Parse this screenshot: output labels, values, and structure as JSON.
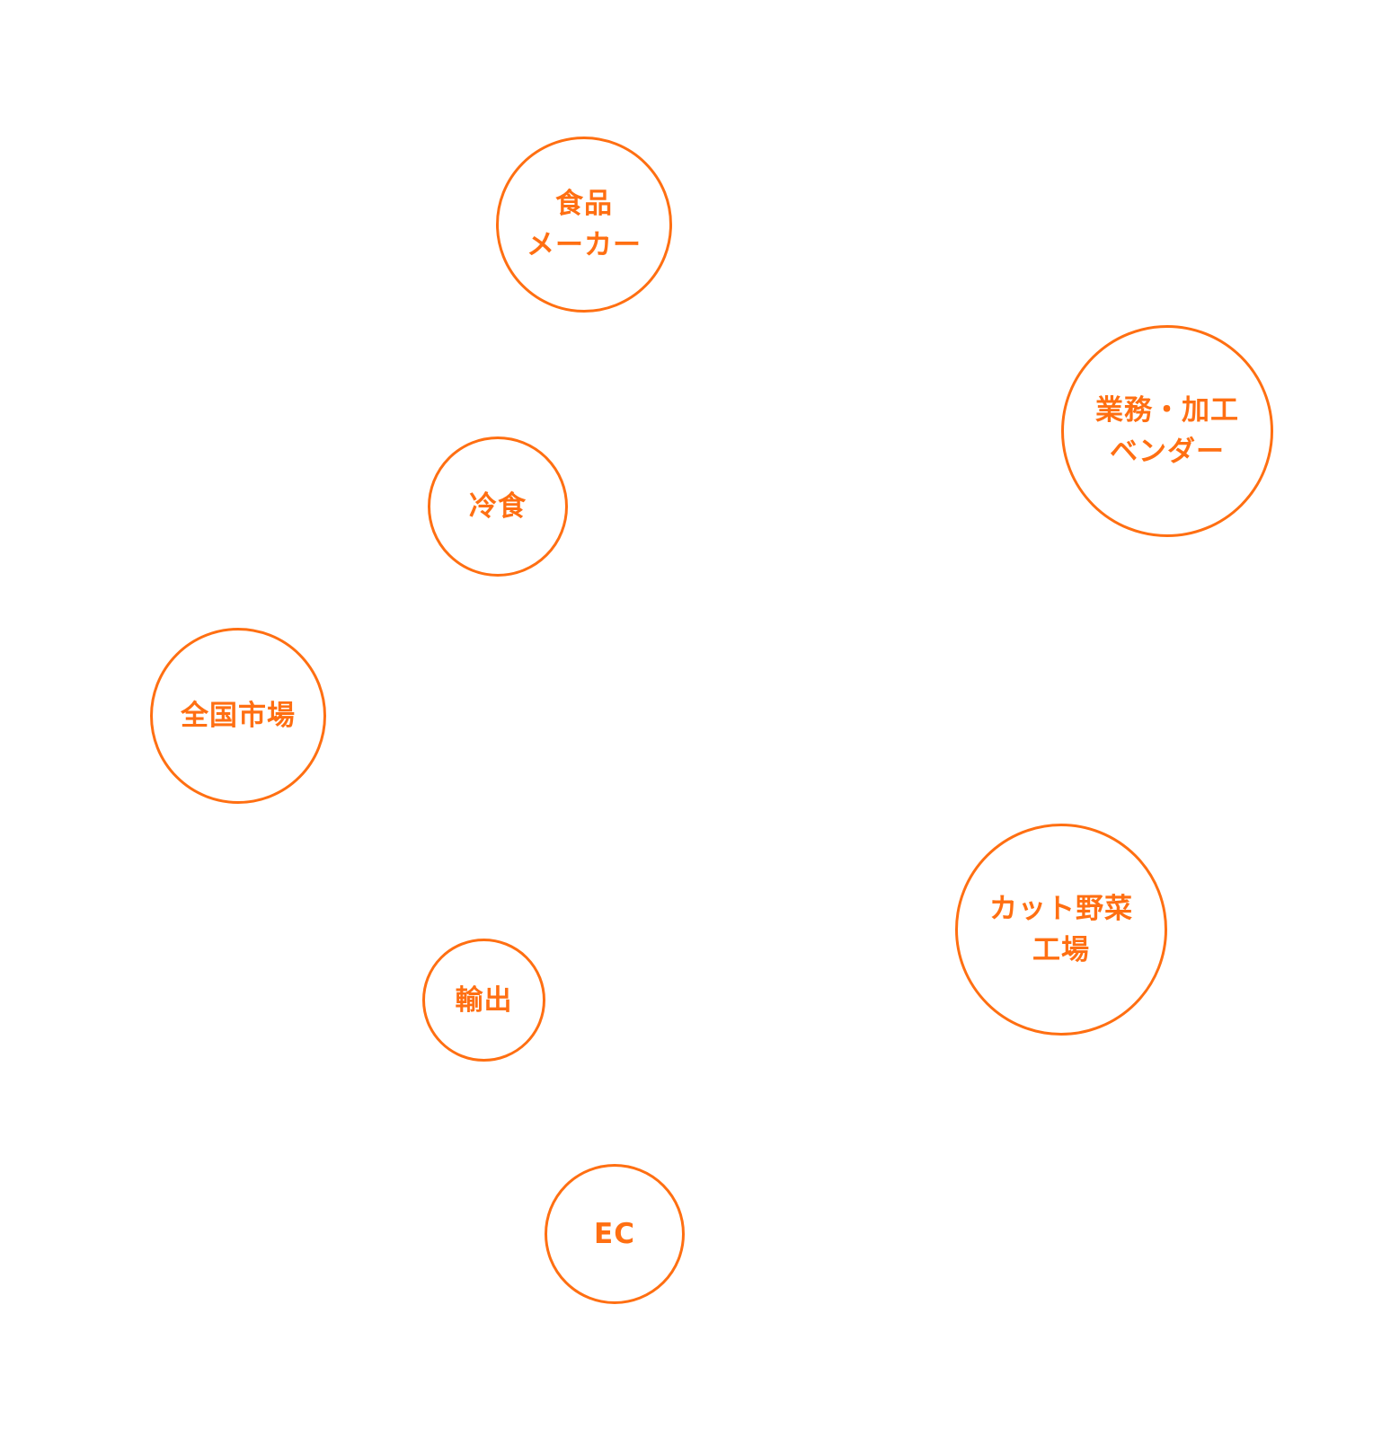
{
  "accent_color": "#FF6F12",
  "bubbles": {
    "food_maker": {
      "label": "食品\nメーカー"
    },
    "vendor": {
      "label": "業務・加工\nベンダー"
    },
    "frozen_food": {
      "label": "冷食"
    },
    "national_market": {
      "label": "全国市場"
    },
    "cut_vegetable_factory": {
      "label": "カット野菜\n工場"
    },
    "export": {
      "label": "輸出"
    },
    "ec": {
      "label": "EC"
    }
  }
}
